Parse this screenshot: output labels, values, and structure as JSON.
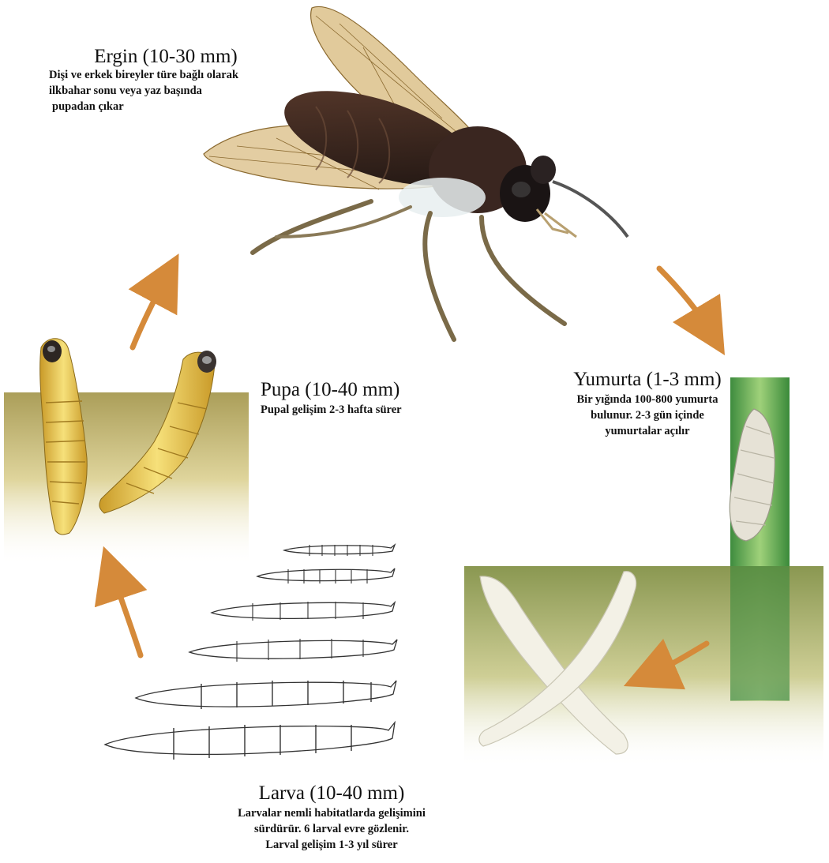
{
  "stages": {
    "adult": {
      "title": "Ergin (10-30 mm)",
      "desc": [
        "Dişi ve erkek bireyler türe bağlı olarak",
        "ilkbahar sonu veya yaz başında",
        "pupadan çıkar"
      ]
    },
    "egg": {
      "title": "Yumurta (1-3 mm)",
      "desc": [
        "Bir yığında 100-800 yumurta",
        "bulunur. 2-3 gün içinde",
        "yumurtalar açılır"
      ]
    },
    "pupa": {
      "title": "Pupa (10-40 mm)",
      "desc": [
        "Pupal gelişim 2-3 hafta sürer"
      ]
    },
    "larva": {
      "title": "Larva (10-40 mm)",
      "desc": [
        "Larvalar nemli habitatlarda gelişimini",
        "sürdürür. 6 larval evre gözlenir.",
        "Larval gelişim 1-3 yıl sürer"
      ]
    }
  },
  "colors": {
    "arrow": "#d58a3a",
    "soil": "#a99a4e",
    "grass": "#5fa14c",
    "larva_white": "#f3f1e6",
    "pupa_yellow": "#e8c84a",
    "fly_body": "#2b1d17",
    "wing": "#c8a15a"
  }
}
